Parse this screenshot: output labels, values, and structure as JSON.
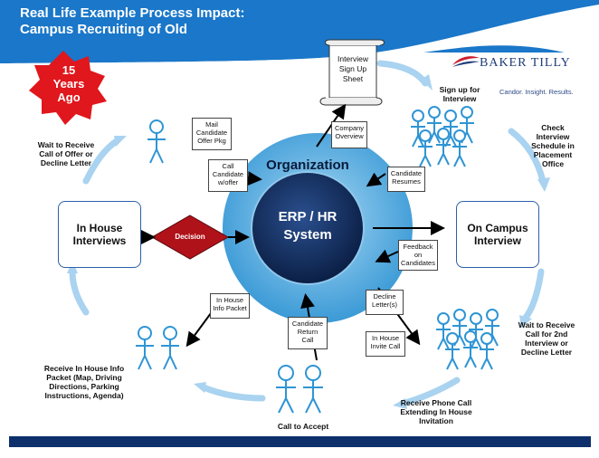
{
  "title": {
    "line1": "Real Life Example Process Impact:",
    "line2": "Campus Recruiting of Old"
  },
  "badge": {
    "line1": "15",
    "line2": "Years",
    "line3": "Ago"
  },
  "logo": {
    "name": "BAKER TILLY",
    "tagline": "Candor. Insight. Results."
  },
  "center": {
    "outer_label": "Organization",
    "inner_line1": "ERP / HR",
    "inner_line2": "System"
  },
  "boxes": {
    "left_line1": "In House",
    "left_line2": "Interviews",
    "right_line1": "On Campus",
    "right_line2": "Interview"
  },
  "decision": "Decision",
  "scroll": {
    "line1": "Interview",
    "line2": "Sign Up",
    "line3": "Sheet"
  },
  "docs": {
    "company_overview": [
      "Company",
      "Overview"
    ],
    "candidate_resumes": [
      "Candidate",
      "Resumes"
    ],
    "feedback": [
      "Feedback",
      "on",
      "Candidates"
    ],
    "decline_letters": [
      "Decline",
      "Letter(s)"
    ],
    "in_house_invite": [
      "In House",
      "Invite Call"
    ],
    "candidate_return": [
      "Candidate",
      "Return",
      "Call"
    ],
    "in_house_info": [
      "In House",
      "Info Packet"
    ],
    "mail_offer": [
      "Mail",
      "Candidate",
      "Offer Pkg"
    ],
    "call_offer": [
      "Call",
      "Candidate",
      "w/offer"
    ]
  },
  "labels": {
    "sign_up": [
      "Sign up for",
      "Interview"
    ],
    "check_schedule": [
      "Check",
      "Interview",
      "Schedule in",
      "Placement",
      "Office"
    ],
    "wait_second": [
      "Wait to Receive",
      "Call for 2nd",
      "Interview or",
      "Decline Letter"
    ],
    "receive_phone": [
      "Receive Phone Call",
      "Extending In House",
      "Invitation"
    ],
    "call_accept": "Call to Accept",
    "receive_info": [
      "Receive In House Info",
      "Packet (Map, Driving",
      "Directions, Parking",
      "Instructions, Agenda)"
    ],
    "wait_offer": [
      "Wait to Receive",
      "Call of Offer or",
      "Decline Letter"
    ]
  },
  "colors": {
    "header": "#1a77c9",
    "badge": "#e0171d",
    "circle_outer": "#6cb8e6",
    "circle_inner": "#14305e",
    "decision": "#b0121a",
    "arrow_band": "#a9d3f0",
    "stick": "#2f95d4",
    "footer": "#0d2f6b"
  }
}
